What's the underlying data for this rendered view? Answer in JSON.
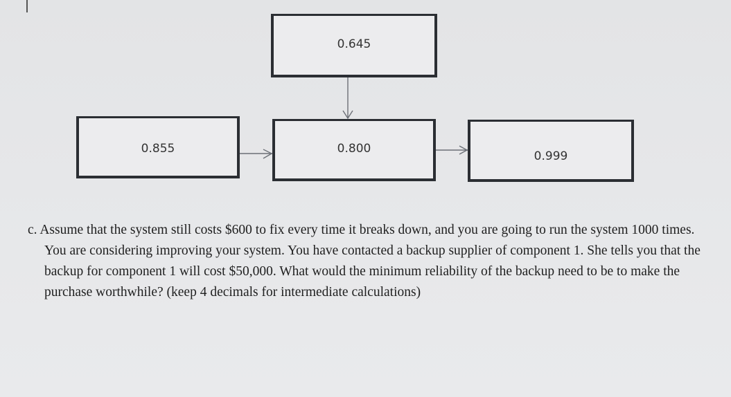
{
  "diagram": {
    "components": [
      {
        "id": "top",
        "value": "0.645"
      },
      {
        "id": "left",
        "value": "0.855"
      },
      {
        "id": "center",
        "value": "0.800"
      },
      {
        "id": "right",
        "value": "0.999"
      }
    ],
    "connections": [
      {
        "from": "top",
        "to": "center"
      },
      {
        "from": "left",
        "to": "center"
      },
      {
        "from": "center",
        "to": "right"
      }
    ]
  },
  "question": {
    "text": "c. Assume that the system still costs $600 to fix every time it breaks down, and you are going to run the system 1000 times. You are considering improving your system. You have contacted a backup supplier of component 1. She tells you that the backup for component 1 will cost $50,000. What would the minimum reliability of the backup need to be to make the purchase worthwhile? (keep 4 decimals for intermediate calculations)"
  },
  "colors": {
    "box_border": "#2b2e33",
    "arrow": "#6b6f76",
    "background": "#e6e7e9"
  }
}
